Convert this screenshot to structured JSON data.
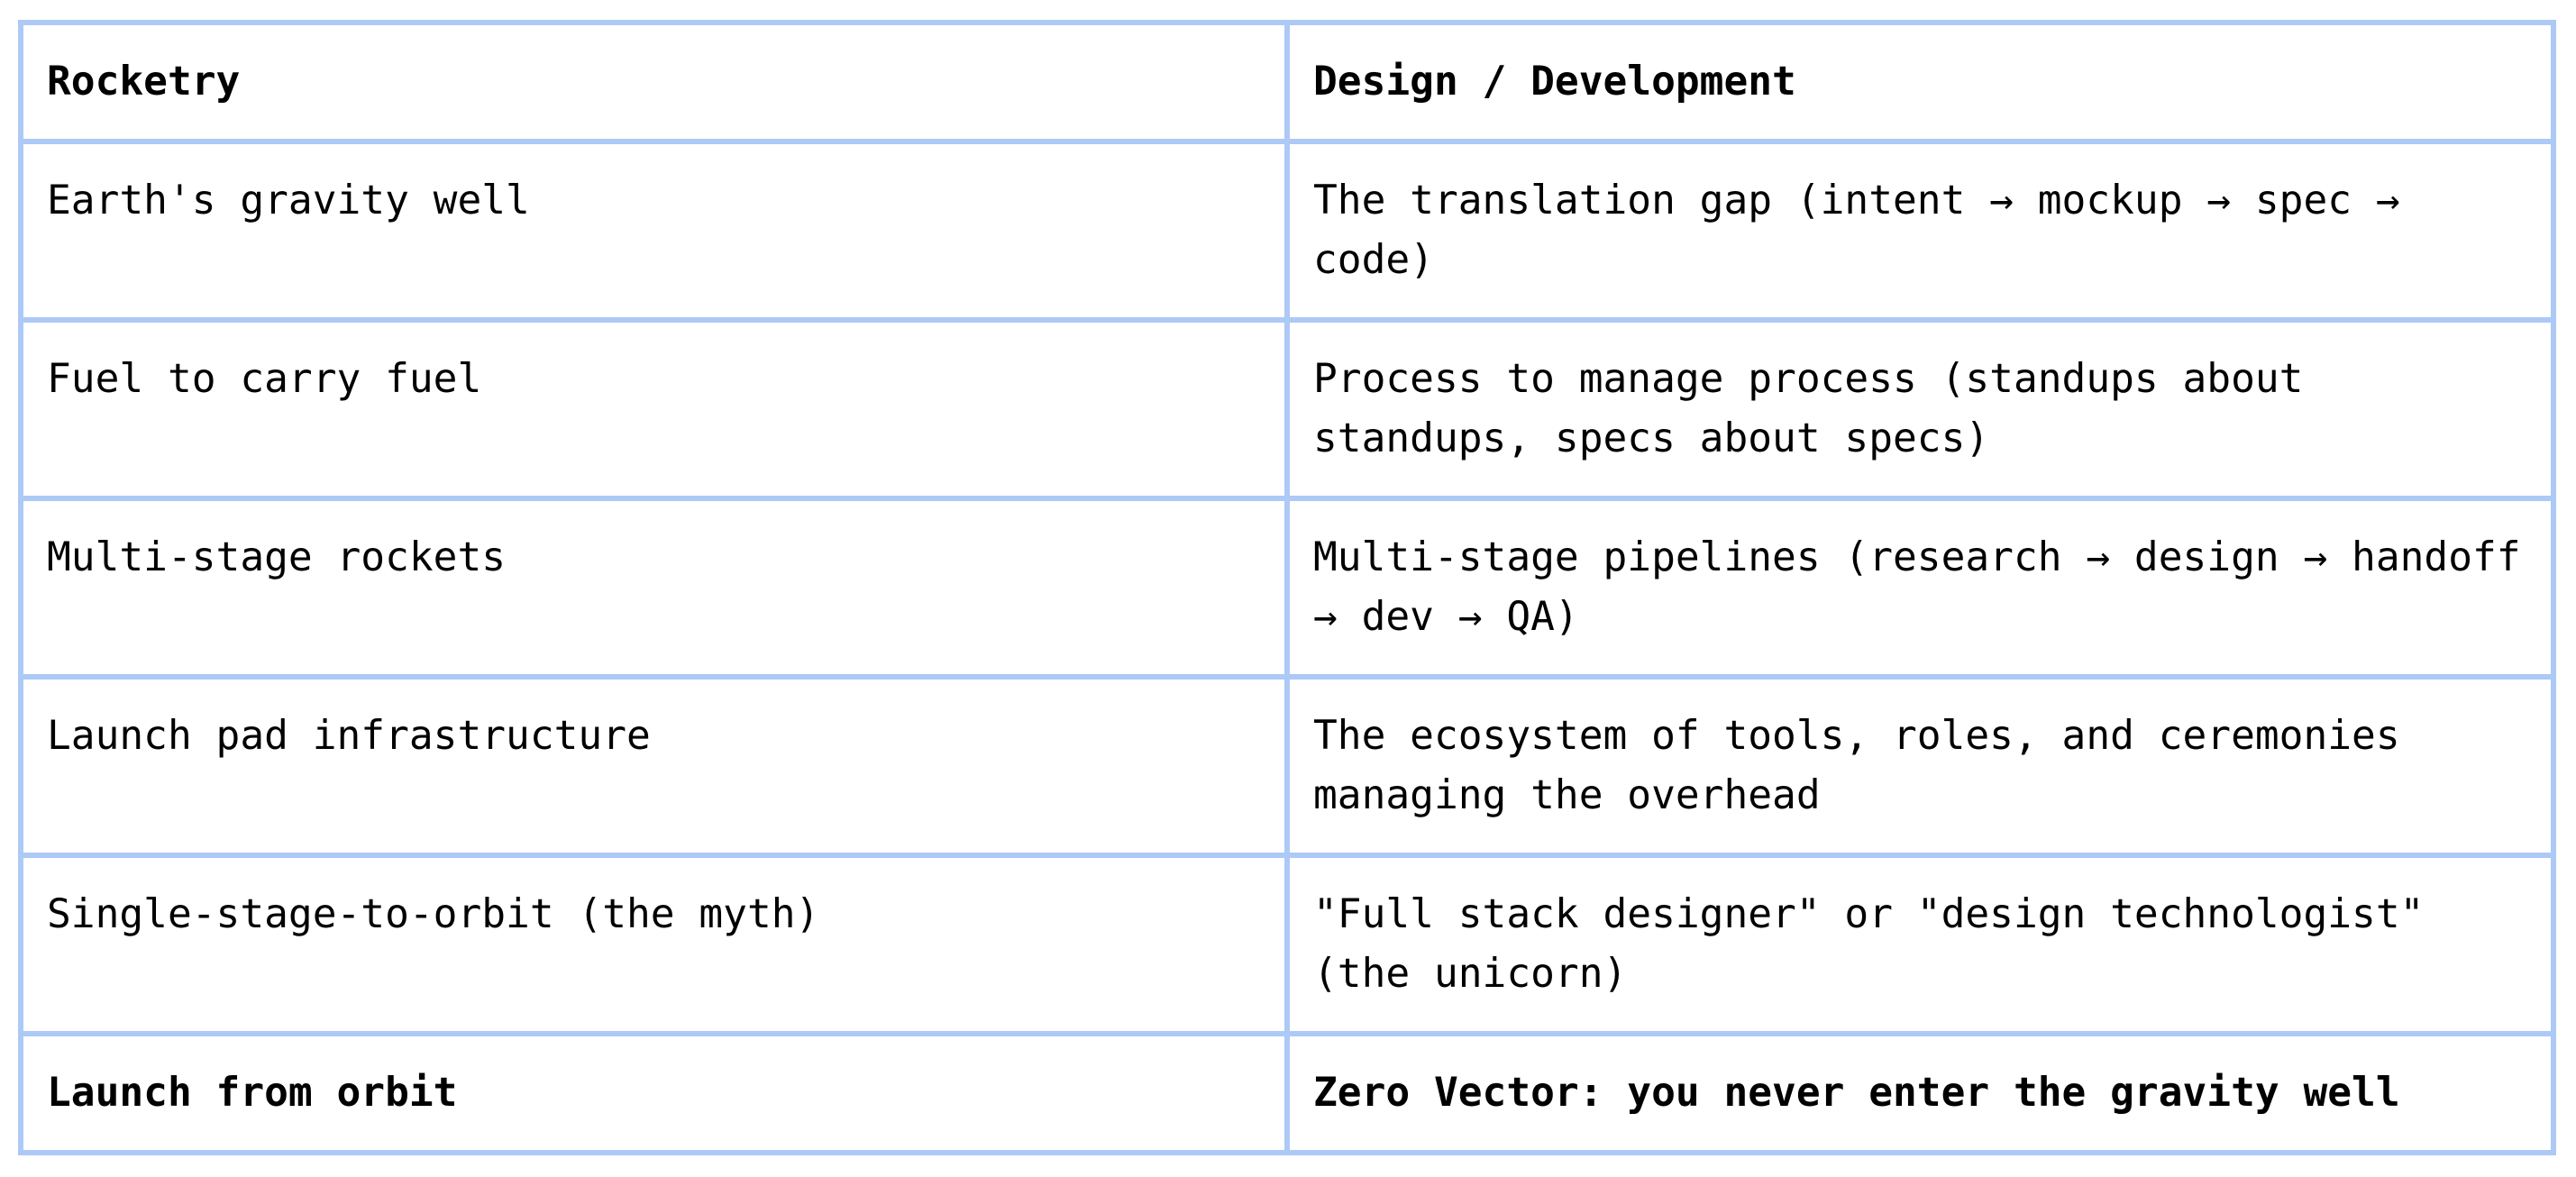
{
  "table": {
    "border_color": "#adc9f6",
    "text_color": "#000000",
    "background_color": "#ffffff",
    "columns": [
      {
        "header": "Rocketry"
      },
      {
        "header": "Design / Development"
      }
    ],
    "rows": [
      {
        "left": "Earth's gravity well",
        "right": "The translation gap (intent → mockup → spec → code)",
        "bold": false
      },
      {
        "left": "Fuel to carry fuel",
        "right": "Process to manage process (standups about standups, specs about specs)",
        "bold": false
      },
      {
        "left": "Multi-stage rockets",
        "right": "Multi-stage pipelines (research → design → handoff → dev → QA)",
        "bold": false
      },
      {
        "left": "Launch pad infrastructure",
        "right": "The ecosystem of tools, roles, and ceremonies managing the overhead",
        "bold": false
      },
      {
        "left": "Single-stage-to-orbit (the myth)",
        "right": "\"Full stack designer\" or \"design technologist\" (the unicorn)",
        "bold": false
      },
      {
        "left": "Launch from orbit",
        "right": "Zero Vector: you never enter the gravity well",
        "bold": true
      }
    ]
  }
}
